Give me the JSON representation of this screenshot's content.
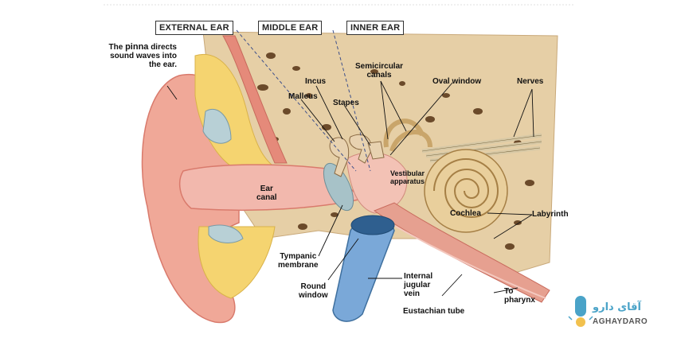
{
  "regions": {
    "external": "EXTERNAL EAR",
    "middle": "MIDDLE EAR",
    "inner": "INNER EAR"
  },
  "intro": {
    "prefix": "The ",
    "bold_word": "pinna",
    "rest": " directs sound waves into the ear."
  },
  "labels": {
    "ear_canal": "Ear\ncanal",
    "incus": "Incus",
    "malleus": "Malleus",
    "stapes": "Stapes",
    "semicircular_canals": "Semicircular\ncanals",
    "oval_window": "Oval window",
    "nerves": "Nerves",
    "vestibular_apparatus": "Vestibular\napparatus",
    "cochlea": "Cochlea",
    "labyrinth": "Labyrinth",
    "tympanic_membrane": "Tympanic\nmembrane",
    "round_window": "Round\nwindow",
    "internal_jugular_vein": "Internal\njugular\nvein",
    "eustachian_tube": "Eustachian tube",
    "to_pharynx": "To\npharynx"
  },
  "logo": {
    "persian": "آقای دارو",
    "latin": "AGHAYDARO"
  },
  "colors": {
    "skin": "#f0a898",
    "skin_dark": "#d97a6c",
    "fat": "#f5d470",
    "bone": "#e6cfa6",
    "cartilage": "#b8d0d6",
    "canal": "#f2b8ad",
    "vein": "#7aa8d8",
    "brand": "#4aa3c8"
  }
}
